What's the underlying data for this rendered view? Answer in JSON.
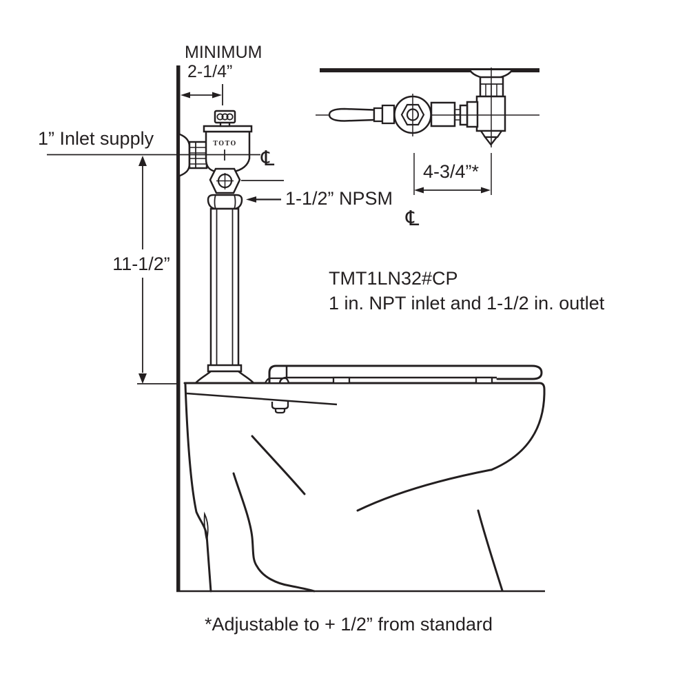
{
  "diagram": {
    "labels": {
      "minimum": "MINIMUM",
      "minimum_value": "2-1/4”",
      "inlet_supply": "1” Inlet supply",
      "height_dim": "11-1/2”",
      "outlet_npsm": "1-1/2” NPSM",
      "top_offset_dim": "4-3/4”*",
      "model_number": "TMT1LN32#CP",
      "model_description": "1 in. NPT inlet and 1-1/2 in. outlet",
      "footnote": "*Adjustable to + 1/2” from standard",
      "brand": "TOTO",
      "centerline_symbol": "℄"
    },
    "colors": {
      "line": "#231f20",
      "background": "#ffffff"
    }
  }
}
